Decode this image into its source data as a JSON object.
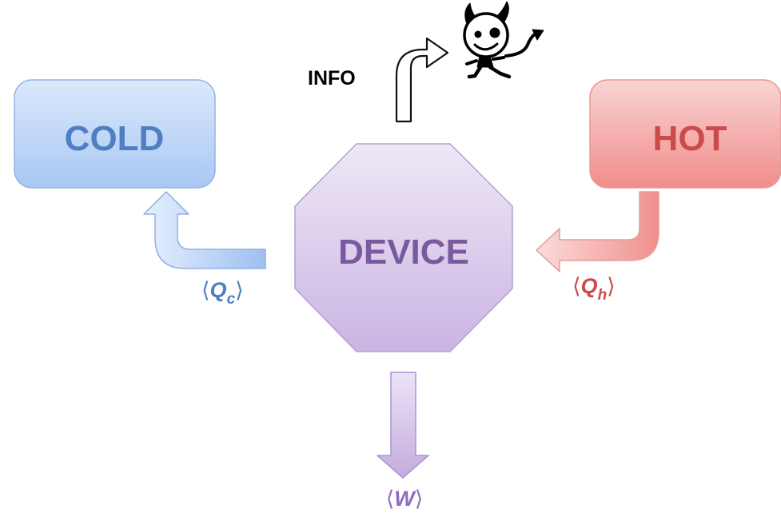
{
  "diagram": {
    "cold": {
      "label": "COLD"
    },
    "hot": {
      "label": "HOT"
    },
    "device": {
      "label": "DEVICE"
    },
    "info": {
      "label": "INFO"
    },
    "heat_cold": {
      "symbol": "Q",
      "subscript": "c",
      "open": "⟨",
      "close": "⟩"
    },
    "heat_hot": {
      "symbol": "Q",
      "subscript": "h",
      "open": "⟨",
      "close": "⟩"
    },
    "work": {
      "symbol": "W",
      "open": "⟨",
      "close": "⟩"
    },
    "demon": {
      "icon": "demon-icon"
    }
  },
  "colors": {
    "cold_text": "#4f7ec3",
    "hot_text": "#cc4a4a",
    "device_text": "#7a5a9e",
    "work_text": "#8f6cc0"
  }
}
